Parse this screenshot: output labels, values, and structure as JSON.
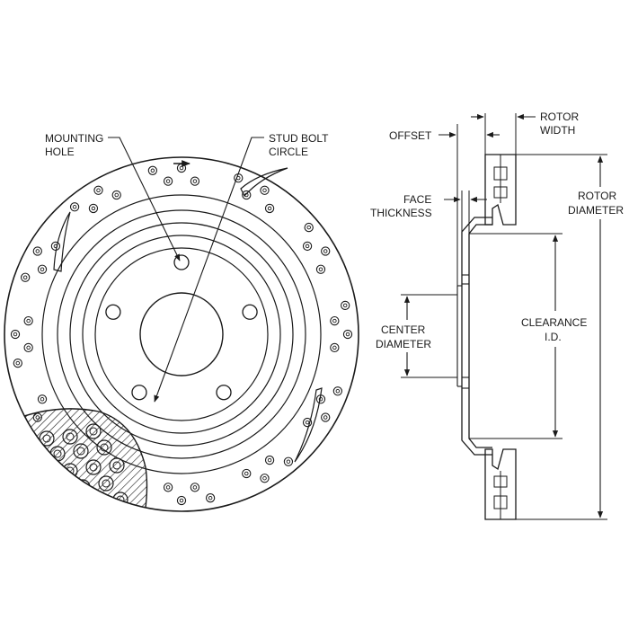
{
  "labels": {
    "mounting_hole": [
      "MOUNTING",
      "HOLE"
    ],
    "stud_bolt_circle": [
      "STUD BOLT",
      "CIRCLE"
    ],
    "offset": "OFFSET",
    "rotor_width": [
      "ROTOR",
      "WIDTH"
    ],
    "rotor_diameter": [
      "ROTOR",
      "DIAMETER"
    ],
    "face_thickness": [
      "FACE",
      "THICKNESS"
    ],
    "center_diameter": [
      "CENTER",
      "DIAMETER"
    ],
    "clearance_id": [
      "CLEARANCE",
      "I.D."
    ]
  },
  "icons": {
    "rotation_arrow": "rotation-direction-arrow"
  },
  "colors": {
    "line": "#1a1a1a",
    "background": "#ffffff"
  }
}
